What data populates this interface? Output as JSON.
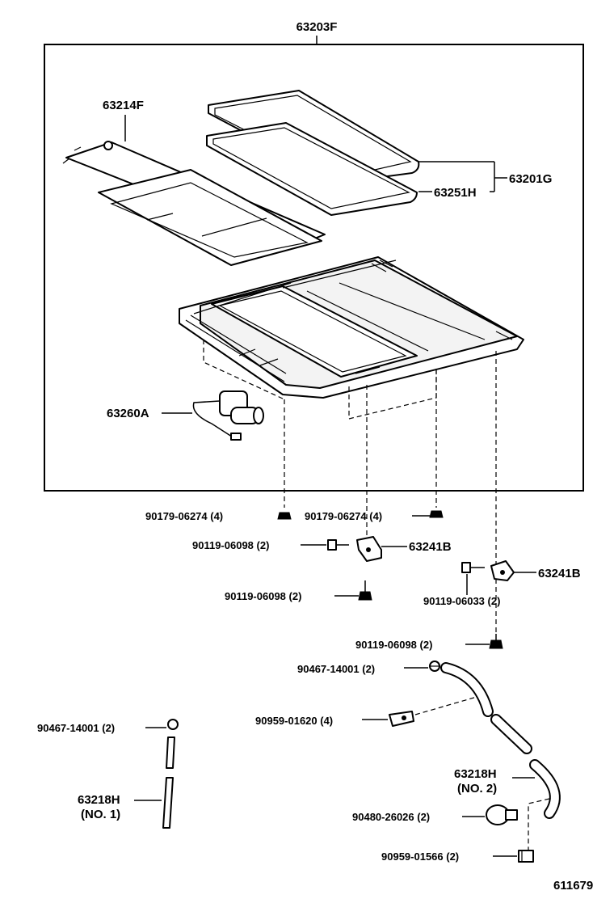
{
  "diagram": {
    "assembly_label": "63203F",
    "figure_number": "611679",
    "parts": {
      "sunshade": "63214F",
      "glass": "63201G",
      "weatherstrip": "63251H",
      "motor": "63260A",
      "bracket_upper": "63241B",
      "bracket_right": "63241B",
      "nut_left": "90179-06274 (4)",
      "nut_right": "90179-06274 (4)",
      "bolt_a": "90119-06098 (2)",
      "bolt_b": "90119-06098 (2)",
      "bolt_c": "90119-06033 (2)",
      "bolt_d": "90119-06098 (2)",
      "clip_right": "90467-14001 (2)",
      "clip_mid": "90959-01620 (4)",
      "clip_left": "90467-14001 (2)",
      "hose_no1": "63218H",
      "hose_no1_sub": "(NO. 1)",
      "hose_no2": "63218H",
      "hose_no2_sub": "(NO. 2)",
      "valve": "90480-26026 (2)",
      "cap": "90959-01566 (2)"
    }
  }
}
